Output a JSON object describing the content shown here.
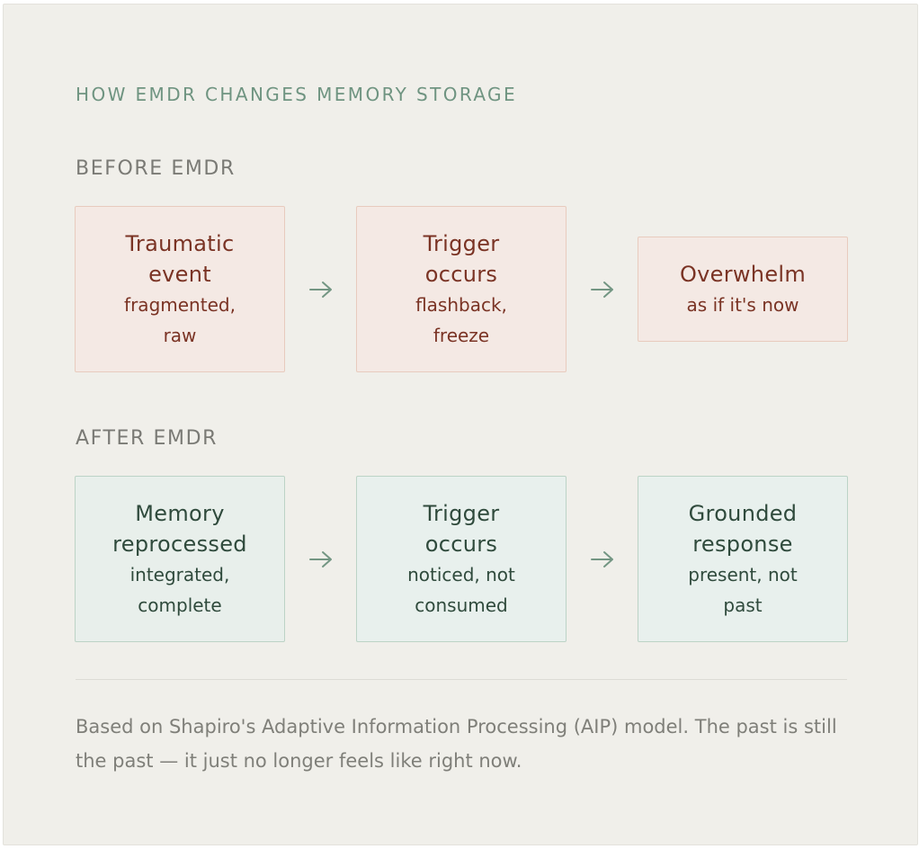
{
  "eyebrow": "HOW EMDR CHANGES MEMORY STORAGE",
  "before": {
    "label": "BEFORE EMDR",
    "steps": [
      {
        "title": "Traumatic event",
        "detail": "fragmented, raw"
      },
      {
        "title": "Trigger occurs",
        "detail": "flashback, freeze"
      },
      {
        "title": "Overwhelm",
        "detail": "as if it's now"
      }
    ]
  },
  "after": {
    "label": "AFTER EMDR",
    "steps": [
      {
        "title": "Memory reprocessed",
        "detail": "integrated, complete"
      },
      {
        "title": "Trigger occurs",
        "detail": "noticed, not consumed"
      },
      {
        "title": "Grounded response",
        "detail": "present, not past"
      }
    ]
  },
  "footnote": "Based on Shapiro's Adaptive Information Processing (AIP) model. The past is still the past — it just no longer feels like right now.",
  "icons": {
    "arrow": "arrow-right-icon"
  },
  "colors": {
    "background": "#f0efea",
    "accent": "#6f9481",
    "before_fill": "#f4e9e4",
    "before_text": "#7a3324",
    "after_fill": "#e8efeb",
    "after_text": "#2f4a3c"
  }
}
